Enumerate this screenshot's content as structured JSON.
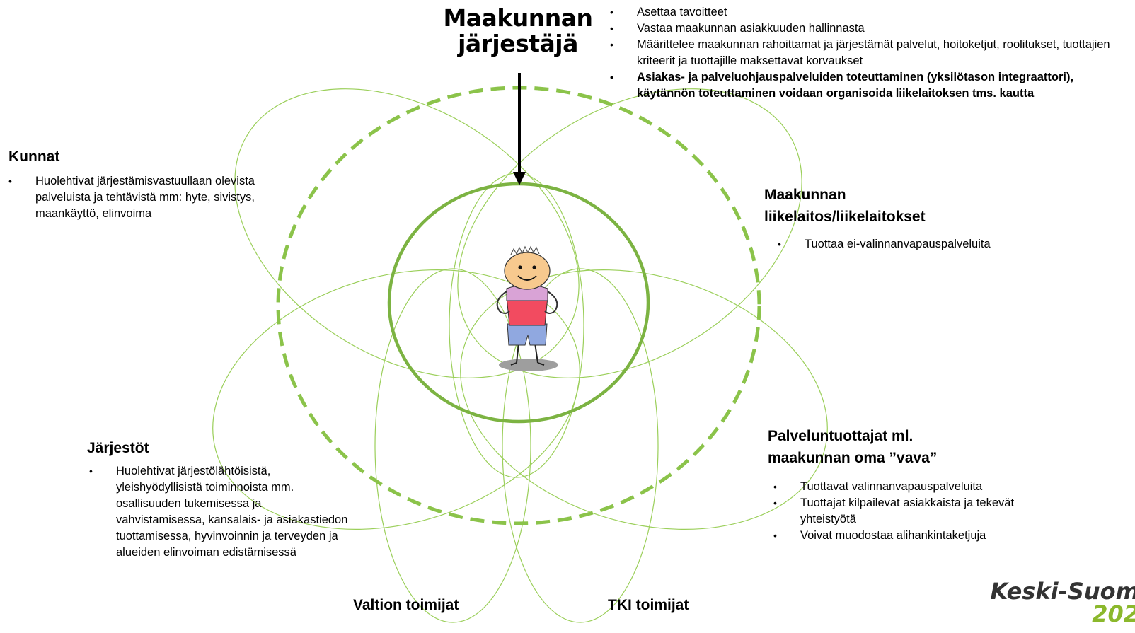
{
  "center": {
    "title_line1": "Maakunnan",
    "title_line2": "järjestäjä"
  },
  "top_bullets": [
    {
      "text": "Asettaa tavoitteet",
      "bold": false
    },
    {
      "text": "Vastaa maakunnan asiakkuuden hallinnasta",
      "bold": false
    },
    {
      "text": "Määrittelee maakunnan rahoittamat ja järjestämät palvelut, hoitoketjut, roolitukset, tuottajien kriteerit ja tuottajille maksettavat korvaukset",
      "bold": false
    },
    {
      "text": "Asiakas- ja palveluohjauspalveluiden toteuttaminen (yksilötason integraattori), käytännön toteuttaminen voidaan organisoida liikelaitoksen tms. kautta",
      "bold": true
    }
  ],
  "kunnat": {
    "heading": "Kunnat",
    "bullets": [
      "Huolehtivat järjestämisvastuullaan olevista palveluista ja tehtävistä mm: hyte, sivistys, maankäyttö, elinvoima"
    ]
  },
  "liikelaitos": {
    "heading_line1": "Maakunnan",
    "heading_line2": "liikelaitos/liikelaitokset",
    "bullets": [
      "Tuottaa ei-valinnanvapauspalveluita"
    ]
  },
  "jarjestot": {
    "heading": "Järjestöt",
    "bullets": [
      "Huolehtivat järjestölähtöisistä, yleishyödyllisistä toiminnoista mm. osallisuuden tukemisessa ja vahvistamisessa, kansalais- ja asiakastiedon tuottamisessa, hyvinvoinnin ja terveyden ja alueiden elinvoiman edistämisessä"
    ]
  },
  "palveluntuottajat": {
    "heading_line1": "Palveluntuottajat ml.",
    "heading_line2": "maakunnan oma ”vava”",
    "bullets": [
      "Tuottavat valinnanvapauspalveluita",
      "Tuottajat kilpailevat asiakkaista ja tekevät yhteistyötä",
      "Voivat muodostaa alihankintaketjuja"
    ]
  },
  "bottom": {
    "valtion": "Valtion toimijat",
    "tki": "TKI toimijat"
  },
  "logo": {
    "line1": "Keski-Suom",
    "line2": "202"
  },
  "colors": {
    "green": "#8bc34a",
    "thin_green": "#9bcf5a"
  }
}
